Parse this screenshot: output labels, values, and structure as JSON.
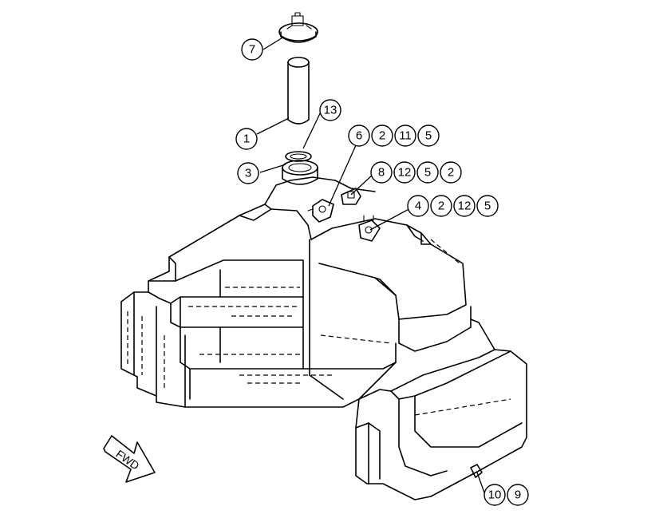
{
  "diagram": {
    "direction_arrow_label": "FWD",
    "callout_groups": [
      {
        "id": "c7",
        "labels": [
          "7"
        ]
      },
      {
        "id": "c1",
        "labels": [
          "1"
        ]
      },
      {
        "id": "c13",
        "labels": [
          "13"
        ]
      },
      {
        "id": "c3",
        "labels": [
          "3"
        ]
      },
      {
        "id": "c6",
        "labels": [
          "6",
          "2",
          "11",
          "5"
        ]
      },
      {
        "id": "c8",
        "labels": [
          "8",
          "12",
          "5",
          "2"
        ]
      },
      {
        "id": "c4",
        "labels": [
          "4",
          "2",
          "12",
          "5"
        ]
      },
      {
        "id": "c10",
        "labels": [
          "10",
          "9"
        ]
      }
    ]
  }
}
